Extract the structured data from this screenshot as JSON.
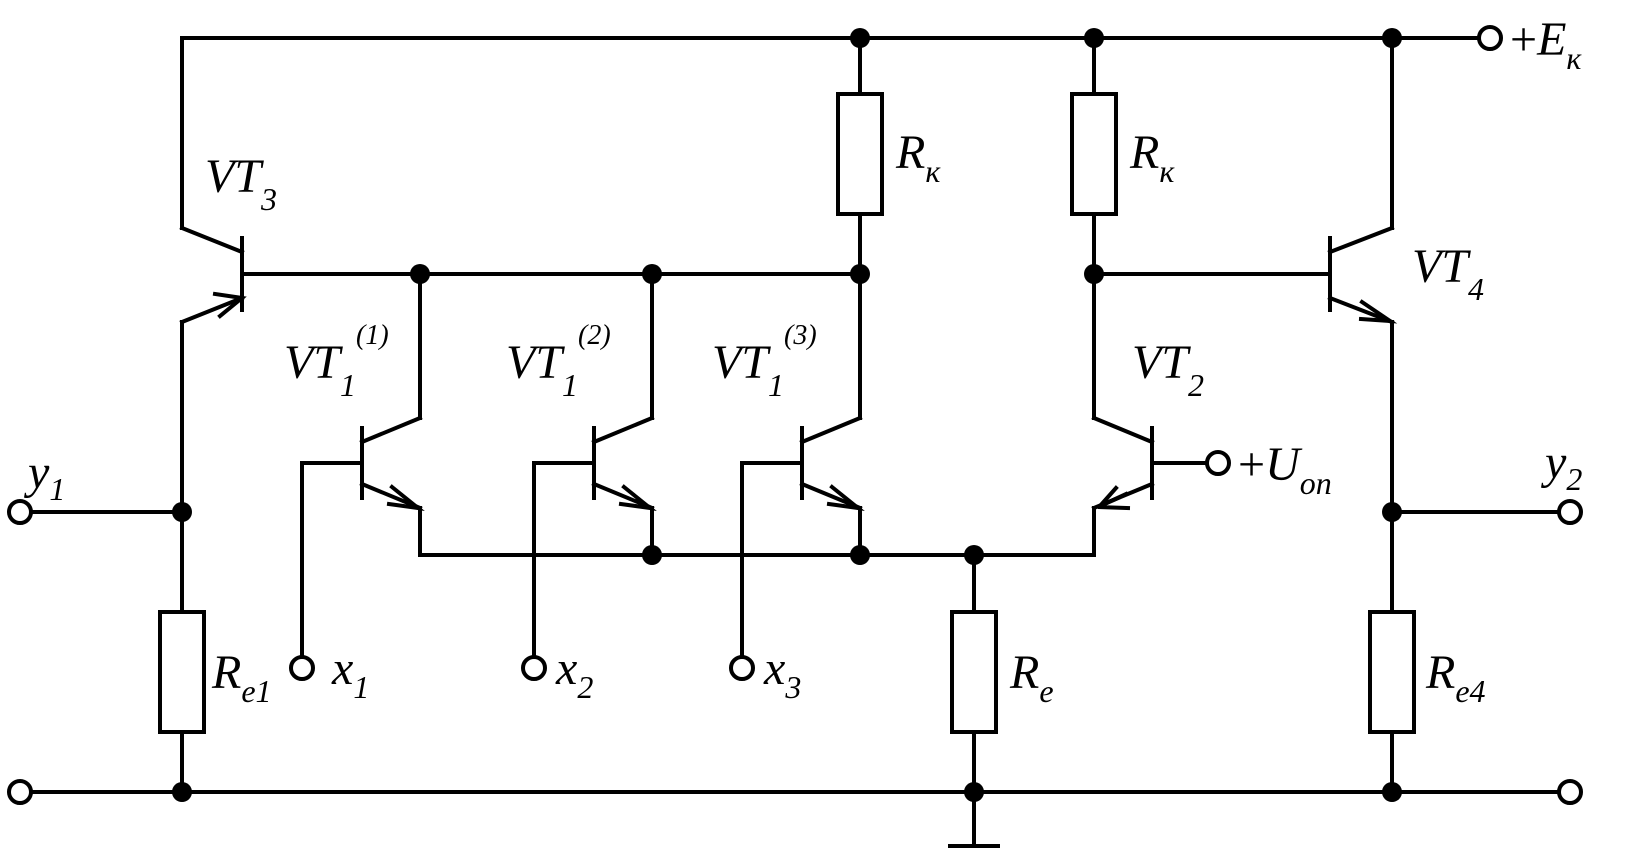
{
  "supply": {
    "sign": "+",
    "main": "E",
    "sub": "к"
  },
  "reference": {
    "sign": "+",
    "main": "U",
    "sub": "on"
  },
  "outputs": [
    {
      "main": "y",
      "sub": "1"
    },
    {
      "main": "y",
      "sub": "2"
    }
  ],
  "inputs": [
    {
      "main": "x",
      "sub": "1"
    },
    {
      "main": "x",
      "sub": "2"
    },
    {
      "main": "x",
      "sub": "3"
    }
  ],
  "transistors": [
    {
      "main": "VT",
      "sub": "1",
      "sup": "(1)"
    },
    {
      "main": "VT",
      "sub": "1",
      "sup": "(2)"
    },
    {
      "main": "VT",
      "sub": "1",
      "sup": "(3)"
    },
    {
      "main": "VT",
      "sub": "2"
    },
    {
      "main": "VT",
      "sub": "3"
    },
    {
      "main": "VT",
      "sub": "4"
    }
  ],
  "resistors": [
    {
      "main": "R",
      "sub": "к"
    },
    {
      "main": "R",
      "sub": "к"
    },
    {
      "main": "R",
      "sub": "e"
    },
    {
      "main": "R",
      "sub": "e1"
    },
    {
      "main": "R",
      "sub": "e4"
    }
  ]
}
